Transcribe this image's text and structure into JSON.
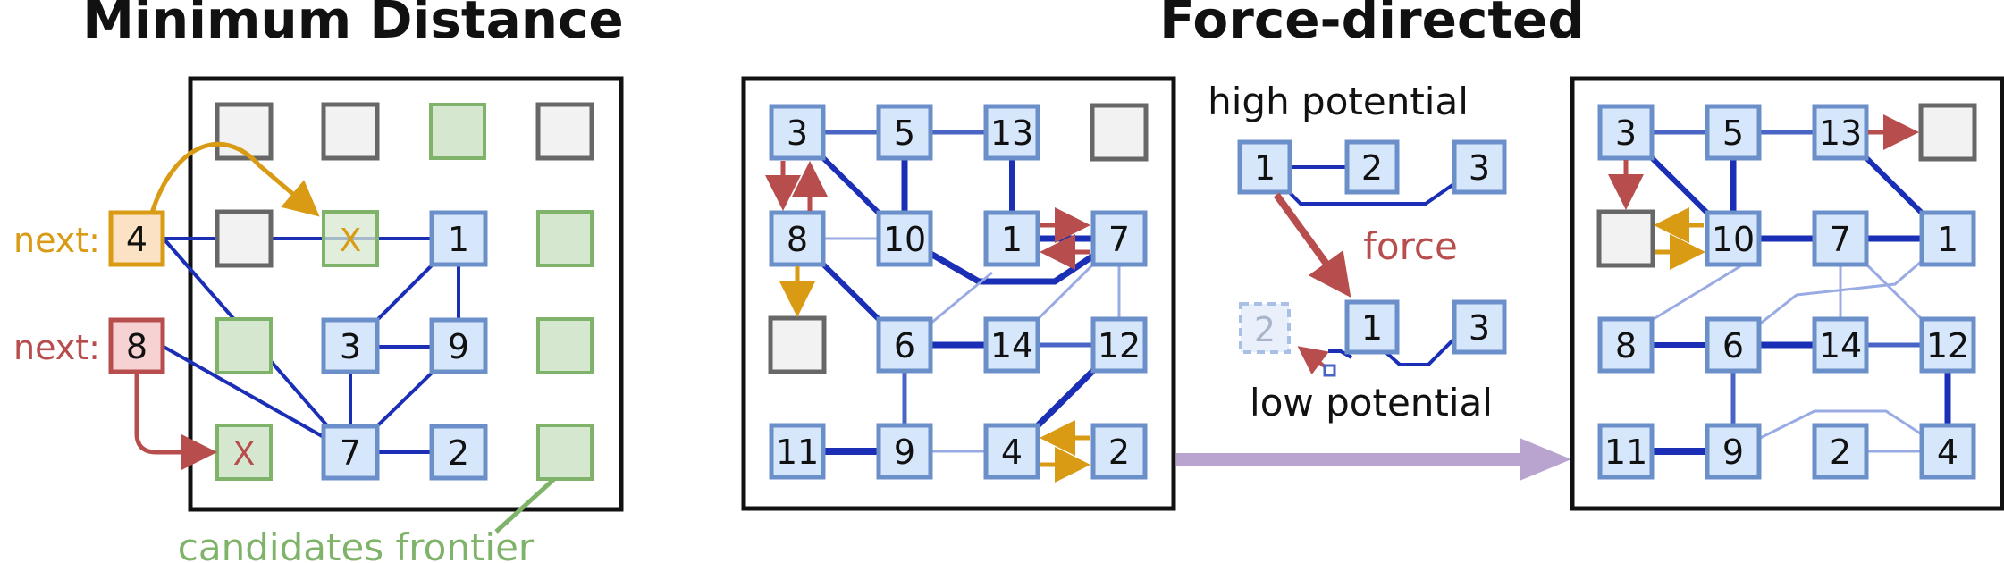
{
  "titles": {
    "left": "Minimum Distance",
    "right": "Force-directed"
  },
  "colors": {
    "node_fill": "#d6e6fb",
    "node_stroke": "#6b8fc8",
    "empty_fill": "#f2f2f2",
    "empty_stroke": "#676767",
    "candidate_fill": "#d5e8cf",
    "candidate_stroke": "#7fb36a",
    "edge_strong": "#1a2fb5",
    "edge_medium": "#4a64c6",
    "edge_light": "#9aabe3",
    "orange": "#d99a14",
    "orange_fill": "#fbe2c5",
    "red": "#b84d4d",
    "red_fill": "#f6d2d2",
    "green_text": "#7fb36a",
    "purple_arrow": "#b9a3cf",
    "frame": "#111111",
    "text": "#111111"
  },
  "min_distance": {
    "next_labels": [
      "next:",
      "next:"
    ],
    "queue_nodes": [
      "4",
      "8"
    ],
    "grid_nodes": [
      "1",
      "3",
      "9",
      "7",
      "2"
    ],
    "candidate_marks": [
      "X",
      "X"
    ],
    "frontier_label": "candidates frontier"
  },
  "force_directed": {
    "before_nodes": [
      "3",
      "5",
      "13",
      "8",
      "10",
      "1",
      "7",
      "6",
      "14",
      "12",
      "11",
      "9",
      "4",
      "2"
    ],
    "after_nodes": [
      "3",
      "5",
      "13",
      "10",
      "7",
      "1",
      "8",
      "6",
      "14",
      "12",
      "11",
      "9",
      "2",
      "4"
    ],
    "inset": {
      "high_label": "high potential",
      "low_label": "low potential",
      "force_label": "force",
      "high_nodes": [
        "1",
        "2",
        "3"
      ],
      "low_nodes": [
        "2",
        "1",
        "3"
      ]
    }
  }
}
